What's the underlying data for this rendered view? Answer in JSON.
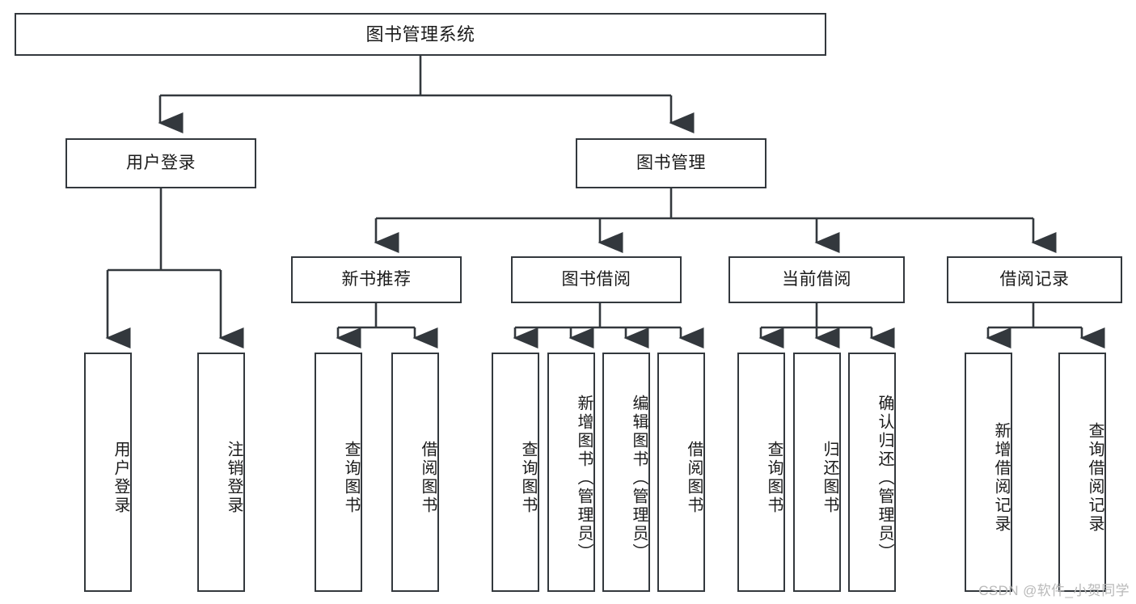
{
  "diagram": {
    "title": "图书管理系统",
    "type": "tree-hierarchy-chart",
    "watermark": "CSDN @软件_小贺同学",
    "colors": {
      "box_border": "#33383d",
      "box_fill": "#ffffff",
      "edge": "#33383d",
      "text": "#1b1b1b",
      "background": "#ffffff",
      "watermark": "#b9b9b9"
    },
    "levels": {
      "root": {
        "label": "图书管理系统"
      },
      "level2": [
        {
          "label": "用户登录"
        },
        {
          "label": "图书管理"
        }
      ],
      "level3": [
        {
          "label": "新书推荐"
        },
        {
          "label": "图书借阅"
        },
        {
          "label": "当前借阅"
        },
        {
          "label": "借阅记录"
        }
      ],
      "leaves": {
        "user_login": [
          {
            "label": "用户登录"
          },
          {
            "label": "注销登录"
          }
        ],
        "new_book_recommend": [
          {
            "label": "查询图书"
          },
          {
            "label": "借阅图书"
          }
        ],
        "book_borrow": [
          {
            "label": "查询图书"
          },
          {
            "label": "新增图书（管理员）"
          },
          {
            "label": "编辑图书（管理员）"
          },
          {
            "label": "借阅图书"
          }
        ],
        "current_borrow": [
          {
            "label": "查询图书"
          },
          {
            "label": "归还图书"
          },
          {
            "label": "确认归还（管理员）"
          }
        ],
        "borrow_record": [
          {
            "label": "新增借阅记录"
          },
          {
            "label": "查询借阅记录"
          }
        ]
      }
    }
  }
}
